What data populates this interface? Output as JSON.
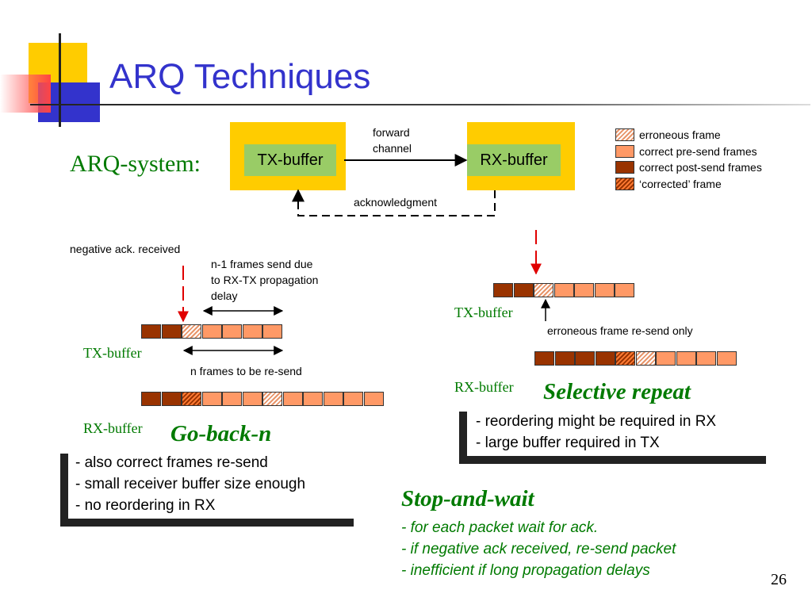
{
  "title": "ARQ Techniques",
  "page_number": "26",
  "system": {
    "label": "ARQ-system:",
    "tx_buffer": "TX-buffer",
    "rx_buffer": "RX-buffer",
    "forward_channel_line1": "forward",
    "forward_channel_line2": "channel",
    "acknowledgment": "acknowledgment"
  },
  "legend": [
    {
      "label": "erroneous frame",
      "kind": "err"
    },
    {
      "label": "correct pre-send frames",
      "kind": "pre"
    },
    {
      "label": "correct post-send frames",
      "kind": "post"
    },
    {
      "label": "‘corrected’ frame",
      "kind": "corr"
    }
  ],
  "go_back_n": {
    "heading": "Go-back-n",
    "neg_ack": "negative ack. received",
    "delay_note": [
      "n-1 frames send due",
      "to RX-TX propagation",
      "delay"
    ],
    "resend_note": "n frames to be re-send",
    "tx_label": "TX-buffer",
    "rx_label": "RX-buffer",
    "tx_frames": [
      "post",
      "post",
      "err",
      "pre",
      "pre",
      "pre",
      "pre"
    ],
    "rx_frames": [
      "post",
      "post",
      "corr",
      "pre",
      "pre",
      "pre",
      "err",
      "pre",
      "pre",
      "pre",
      "pre",
      "pre"
    ],
    "bullets": [
      "- also correct frames re-send",
      "- small receiver buffer size enough",
      "- no reordering in RX"
    ]
  },
  "selective_repeat": {
    "heading": "Selective repeat",
    "tx_label": "TX-buffer",
    "rx_label": "RX-buffer",
    "resend_note": "erroneous frame re-send only",
    "tx_frames": [
      "post",
      "post",
      "err",
      "pre",
      "pre",
      "pre",
      "pre"
    ],
    "rx_frames": [
      "post",
      "post",
      "post",
      "post",
      "corr",
      "err",
      "pre",
      "pre",
      "pre",
      "pre"
    ],
    "bullets": [
      "- reordering might be required in RX",
      "- large buffer required in TX"
    ]
  },
  "stop_and_wait": {
    "heading": "Stop-and-wait",
    "bullets": [
      "- for each packet wait for ack.",
      "- if negative ack received, re-send packet",
      "- inefficient if long propagation delays"
    ]
  },
  "colors": {
    "title": "#3333cc",
    "green": "#007a00",
    "yellow": "#ffcc00",
    "box_green": "#99cc66",
    "post": "#993300",
    "pre": "#ff9966",
    "red_arrow": "#e00000"
  }
}
